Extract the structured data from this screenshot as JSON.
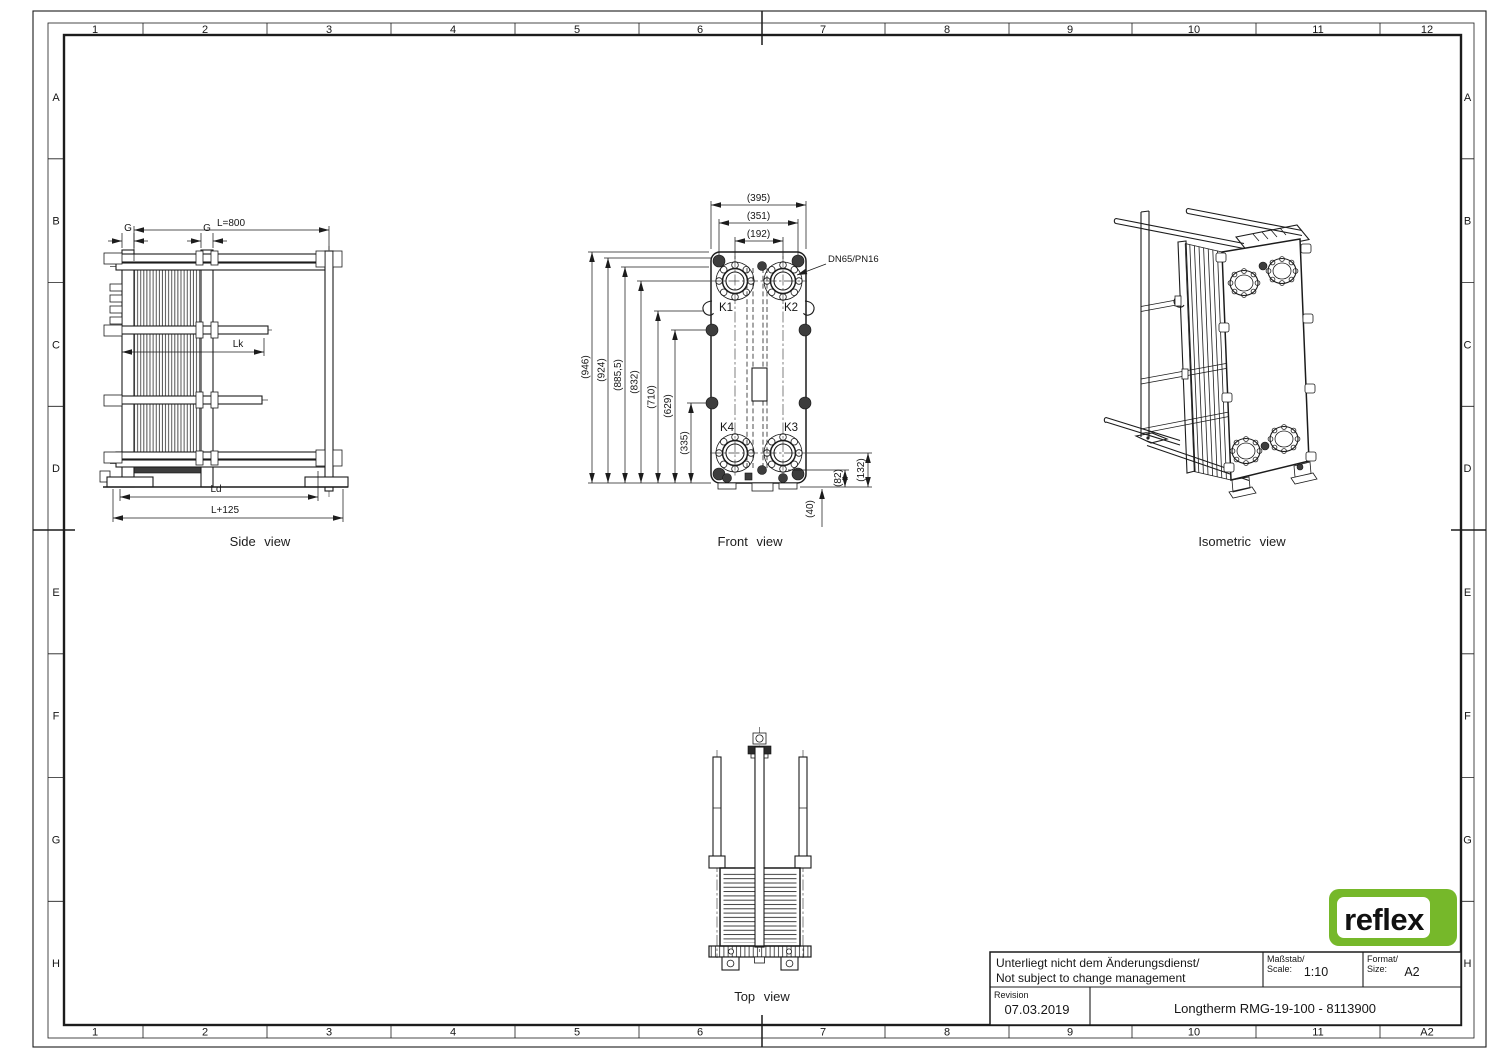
{
  "sheet": {
    "background": "#ffffff",
    "line_color": "#1c1c1c"
  },
  "frame": {
    "columns": [
      "1",
      "2",
      "3",
      "4",
      "5",
      "6",
      "7",
      "8",
      "9",
      "10",
      "11",
      "12"
    ],
    "columns_bottom": [
      "1",
      "2",
      "3",
      "4",
      "5",
      "6",
      "7",
      "8",
      "9",
      "10",
      "11",
      "A2"
    ],
    "rows": [
      "A",
      "B",
      "C",
      "D",
      "E",
      "F",
      "G",
      "H"
    ]
  },
  "side_view": {
    "caption": "Side view",
    "dim_length": "L=800",
    "dim_gap": "G",
    "dim_lk": "Lk",
    "dim_ld": "Ld",
    "dim_l125": "L+125"
  },
  "front_view": {
    "caption": "Front view",
    "dims_top": [
      "(395)",
      "(351)",
      "(192)"
    ],
    "dims_left": [
      "(946)",
      "(924)",
      "(885,5)",
      "(832)",
      "(710)",
      "(629)",
      "(335)"
    ],
    "dims_bottom_right": [
      "(132)",
      "(82)",
      "(40)"
    ],
    "connections": [
      "K1",
      "K2",
      "K3",
      "K4"
    ],
    "flange_spec": "DN65/PN16"
  },
  "isometric_view": {
    "caption": "Isometric view"
  },
  "top_view": {
    "caption": "Top view"
  },
  "title_block": {
    "note_de": "Unterliegt nicht dem Änderungsdienst/",
    "note_en": "Not subject to change management",
    "scale_label_de": "Maßstab/",
    "scale_label_en": "Scale:",
    "scale_value": "1:10",
    "format_label_de": "Format/",
    "format_label_en": "Size:",
    "format_value": "A2",
    "revision_label": "Revision",
    "revision_date": "07.03.2019",
    "drawing_title": "Longtherm RMG-19-100 - 8113900"
  },
  "logo": {
    "brand": "reflex",
    "color": "#76b82a"
  }
}
